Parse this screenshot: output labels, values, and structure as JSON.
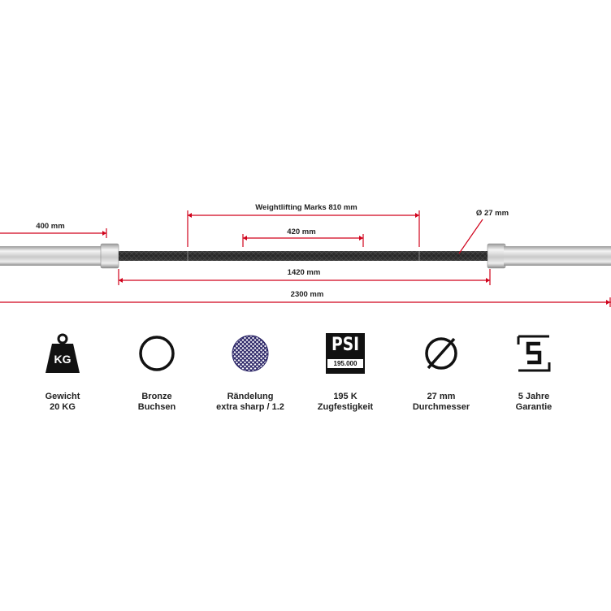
{
  "dimensions": {
    "sleeve_length": "400 mm",
    "weightlifting_marks": "Weightlifting Marks 810 mm",
    "center_knurl": "420 mm",
    "diameter": "Ø 27 mm",
    "shaft_length": "1420 mm",
    "total_length": "2300 mm"
  },
  "features": [
    {
      "icon": "weight-icon",
      "icon_text": "KG",
      "line1": "Gewicht",
      "line2": "20 KG"
    },
    {
      "icon": "ring-icon",
      "line1": "Bronze",
      "line2": "Buchsen"
    },
    {
      "icon": "knurling-icon",
      "line1": "Rändelung",
      "line2": "extra sharp / 1.2"
    },
    {
      "icon": "psi-icon",
      "icon_text_top": "PSI",
      "icon_text_bottom": "195.000",
      "line1": "195 K",
      "line2": "Zugfestigkeit"
    },
    {
      "icon": "diameter-icon",
      "line1": "27 mm",
      "line2": "Durchmesser"
    },
    {
      "icon": "warranty-icon",
      "icon_text": "5",
      "line1": "5 Jahre",
      "line2": "Garantie"
    }
  ],
  "colors": {
    "dimension_line": "#d0021b",
    "shaft": "#2b2b2b",
    "sleeve": "#c8c8c8",
    "icon": "#111111"
  }
}
